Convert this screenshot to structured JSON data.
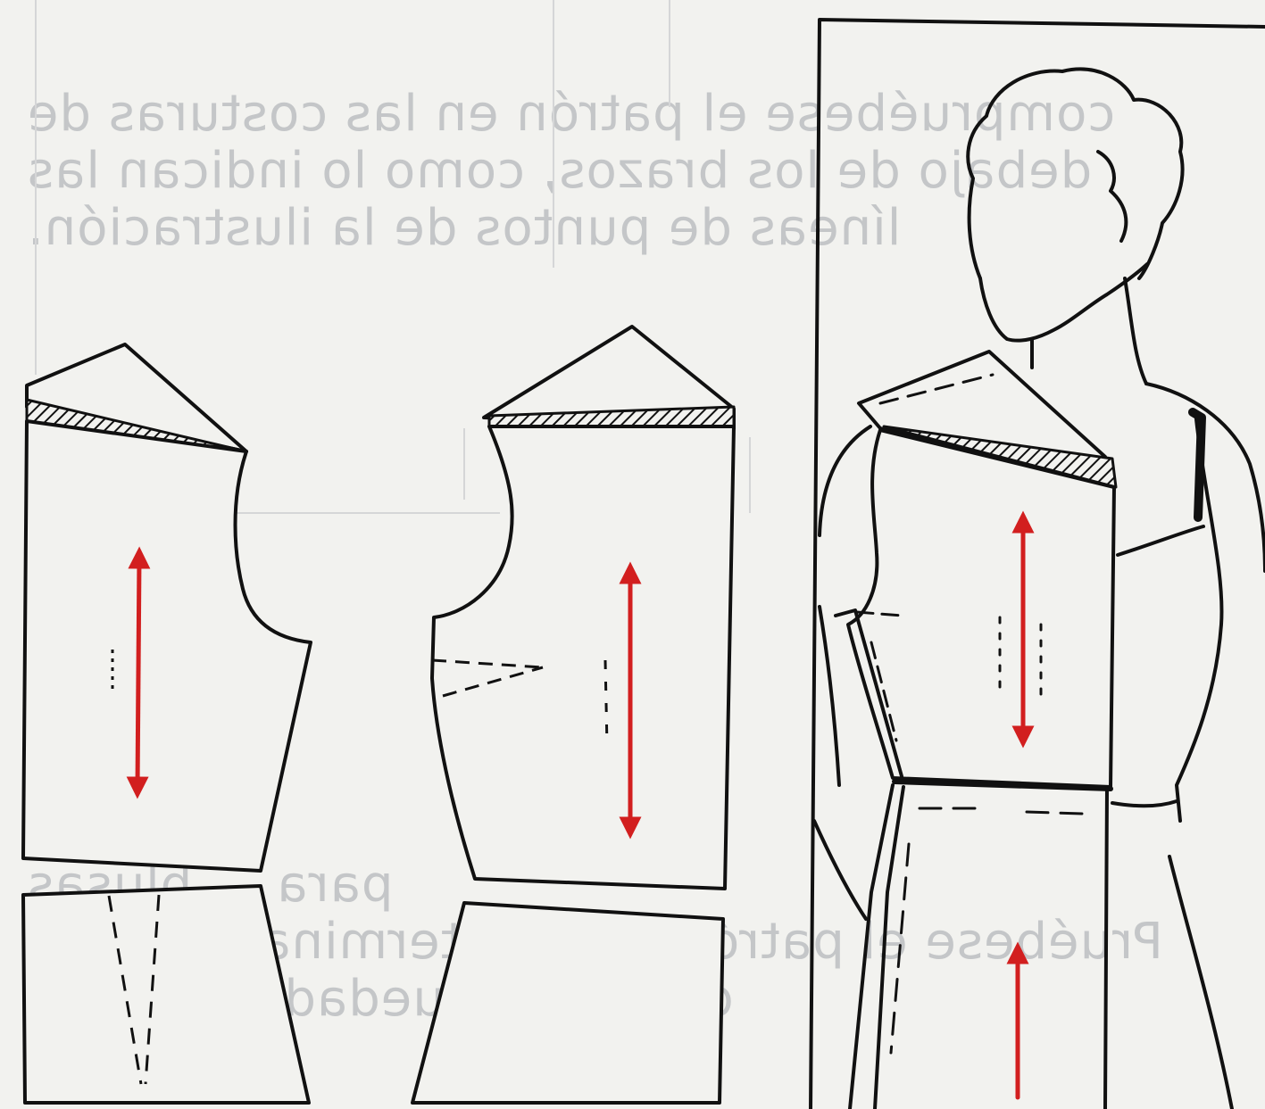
{
  "colors": {
    "paper": "#f2f2ef",
    "ink": "#111111",
    "grain_arrow": "#d21f1f",
    "bleed_text": "#c4c6c8"
  },
  "bleed_through_text": {
    "top_lines": [
      "compruébese el patrón en las costuras de",
      "debajo de los brazos, como lo indican las",
      "líneas de puntos de la ilustración."
    ],
    "bottom_lines": [
      "para ... blusas",
      "Pruébese el patrón para determinar el largo",
      "que haya quedado a gusto."
    ]
  },
  "figures": [
    {
      "id": "bodice-pattern-flat",
      "grain_arrow": "red"
    },
    {
      "id": "bodice-pattern-with-side-dart",
      "grain_arrow": "red"
    },
    {
      "id": "pattern-fitting-on-figure",
      "grain_arrow": "red"
    }
  ]
}
